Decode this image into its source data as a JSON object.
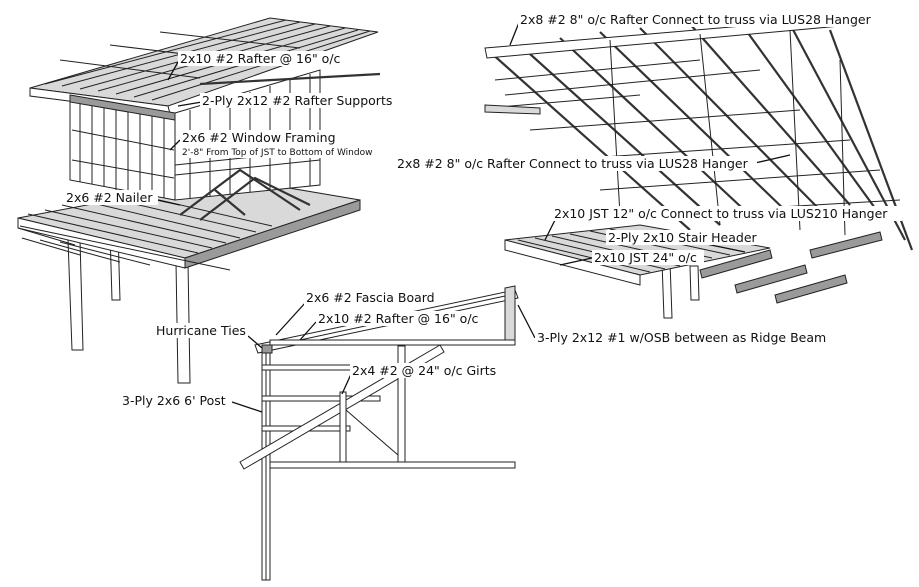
{
  "labels": {
    "rafter_top_left": "2x10 #2 Rafter @ 16\" o/c",
    "rafter_supports": "2-Ply 2x12 #2 Rafter Supports",
    "window_framing": "2x6 #2 Window Framing",
    "window_note": "2'-8\" From Top of JST to Bottom of Window",
    "nailer": "2x6 #2 Nailer",
    "rafter_2x8_top": "2x8 #2 8\" o/c Rafter Connect to truss via LUS28 Hanger",
    "rafter_2x8_mid": "2x8 #2 8\" o/c Rafter Connect to truss via LUS28 Hanger",
    "jst_2x10_12": "2x10 JST 12\" o/c Connect to truss via LUS210 Hanger",
    "stair_header": "2-Ply 2x10 Stair Header",
    "jst_2x10_24": "2x10 JST 24\" o/c",
    "fascia": "2x6 #2 Fascia Board",
    "hurricane_ties": "Hurricane Ties",
    "rafter_section": "2x10 #2 Rafter @ 16\" o/c",
    "ridge_beam": "3-Ply 2x12 #1 w/OSB between as Ridge Beam",
    "girts": "2x4 #2 @ 24\" o/c Girts",
    "post": "3-Ply 2x6 6' Post"
  }
}
